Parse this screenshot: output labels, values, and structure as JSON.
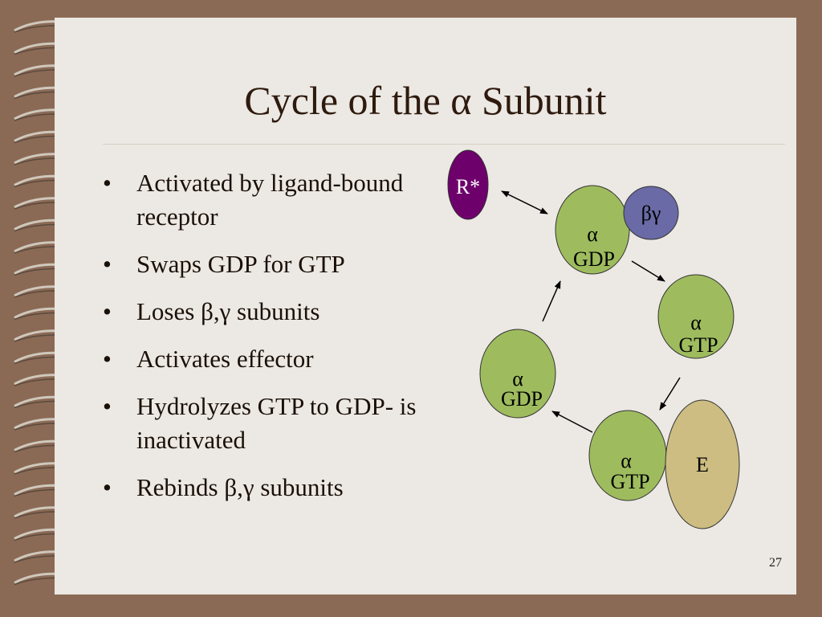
{
  "slide": {
    "title": "Cycle of the α Subunit",
    "page_number": "27"
  },
  "bullets": [
    {
      "text": "Activated by ligand-bound receptor"
    },
    {
      "text": "Swaps GDP for GTP"
    },
    {
      "text": "Loses β,γ subunits"
    },
    {
      "text": "Activates effector"
    },
    {
      "text": "Hydrolyzes GTP to GDP- is inactivated"
    },
    {
      "text": "Rebinds β,γ subunits"
    }
  ],
  "diagram": {
    "receptor": {
      "label": "R*",
      "color": "#6e006b",
      "text_color": "#ffffff"
    },
    "beta_gamma": {
      "label": "βγ",
      "color": "#6a6aa6"
    },
    "effector": {
      "label": "E",
      "color": "#cdbd82"
    },
    "alpha_color": "#9ebc5e",
    "alpha_gdp_top": {
      "symbol": "α",
      "label": "GDP"
    },
    "alpha_gtp_right": {
      "symbol": "α",
      "label": "GTP"
    },
    "alpha_gtp_bottom": {
      "symbol": "α",
      "label": "GTP"
    },
    "alpha_gdp_left": {
      "symbol": "α",
      "label": "GDP"
    }
  }
}
